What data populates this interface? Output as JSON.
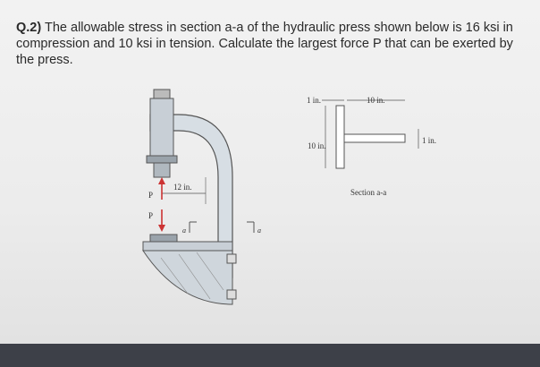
{
  "question": {
    "number": "Q.2)",
    "text": "The allowable stress in section a-a of the hydraulic press shown below is 16 ksi in compression and 10 ksi in tension. Calculate the largest force P that can be exerted by the press."
  },
  "figure": {
    "press": {
      "dim_12in": "12 in.",
      "force_top": "P",
      "force_bottom": "P",
      "section_mark_left": "a",
      "section_mark_right": "a"
    },
    "section": {
      "dim_1in_top": "1 in.",
      "dim_10in_top": "10 in.",
      "dim_10in_side": "10 in.",
      "dim_1in_right": "1 in.",
      "caption": "Section a-a"
    }
  }
}
